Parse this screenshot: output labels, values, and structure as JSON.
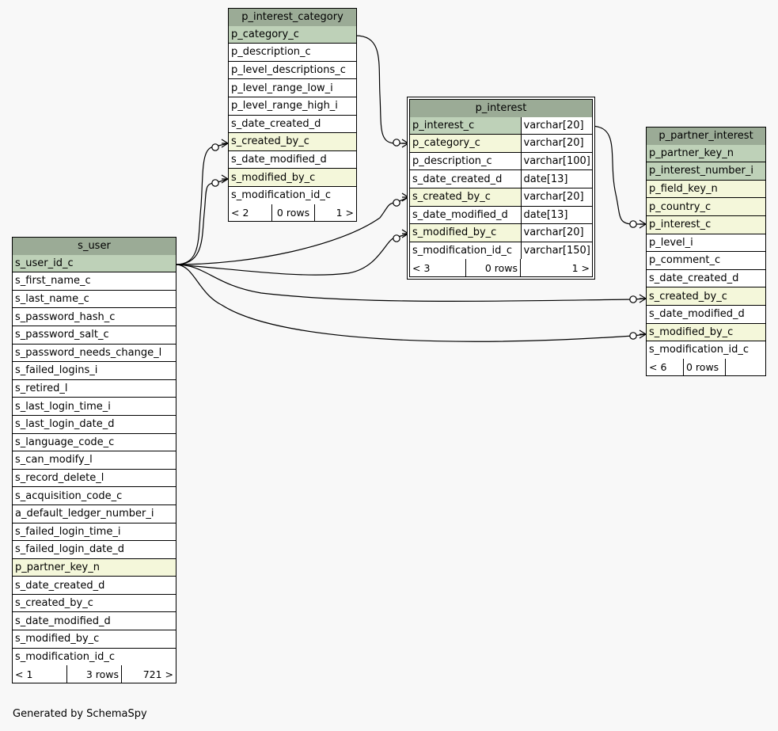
{
  "tables": {
    "p_interest_category": {
      "name": "p_interest_category",
      "columns": [
        {
          "name": "p_category_c",
          "kind": "pk"
        },
        {
          "name": "p_description_c",
          "kind": ""
        },
        {
          "name": "p_level_descriptions_c",
          "kind": ""
        },
        {
          "name": "p_level_range_low_i",
          "kind": ""
        },
        {
          "name": "p_level_range_high_i",
          "kind": ""
        },
        {
          "name": "s_date_created_d",
          "kind": ""
        },
        {
          "name": "s_created_by_c",
          "kind": "fk"
        },
        {
          "name": "s_date_modified_d",
          "kind": ""
        },
        {
          "name": "s_modified_by_c",
          "kind": "fk"
        },
        {
          "name": "s_modification_id_c",
          "kind": ""
        }
      ],
      "nav": {
        "left": "< 2",
        "rows": "0 rows",
        "right": "1 >"
      }
    },
    "p_interest": {
      "name": "p_interest",
      "columns": [
        {
          "name": "p_interest_c",
          "type": "varchar[20]",
          "kind": "pk"
        },
        {
          "name": "p_category_c",
          "type": "varchar[20]",
          "kind": "fk"
        },
        {
          "name": "p_description_c",
          "type": "varchar[100]",
          "kind": ""
        },
        {
          "name": "s_date_created_d",
          "type": "date[13]",
          "kind": ""
        },
        {
          "name": "s_created_by_c",
          "type": "varchar[20]",
          "kind": "fk"
        },
        {
          "name": "s_date_modified_d",
          "type": "date[13]",
          "kind": ""
        },
        {
          "name": "s_modified_by_c",
          "type": "varchar[20]",
          "kind": "fk"
        },
        {
          "name": "s_modification_id_c",
          "type": "varchar[150]",
          "kind": ""
        }
      ],
      "nav": {
        "left": "< 3",
        "rows": "0 rows",
        "right": "1 >"
      }
    },
    "p_partner_interest": {
      "name": "p_partner_interest",
      "columns": [
        {
          "name": "p_partner_key_n",
          "kind": "pk"
        },
        {
          "name": "p_interest_number_i",
          "kind": "pk"
        },
        {
          "name": "p_field_key_n",
          "kind": "fk"
        },
        {
          "name": "p_country_c",
          "kind": "fk"
        },
        {
          "name": "p_interest_c",
          "kind": "fk"
        },
        {
          "name": "p_level_i",
          "kind": ""
        },
        {
          "name": "p_comment_c",
          "kind": ""
        },
        {
          "name": "s_date_created_d",
          "kind": ""
        },
        {
          "name": "s_created_by_c",
          "kind": "fk"
        },
        {
          "name": "s_date_modified_d",
          "kind": ""
        },
        {
          "name": "s_modified_by_c",
          "kind": "fk"
        },
        {
          "name": "s_modification_id_c",
          "kind": ""
        }
      ],
      "nav": {
        "left": "< 6",
        "rows": "0 rows",
        "right": ""
      }
    },
    "s_user": {
      "name": "s_user",
      "columns": [
        {
          "name": "s_user_id_c",
          "kind": "pk"
        },
        {
          "name": "s_first_name_c",
          "kind": ""
        },
        {
          "name": "s_last_name_c",
          "kind": ""
        },
        {
          "name": "s_password_hash_c",
          "kind": ""
        },
        {
          "name": "s_password_salt_c",
          "kind": ""
        },
        {
          "name": "s_password_needs_change_l",
          "kind": ""
        },
        {
          "name": "s_failed_logins_i",
          "kind": ""
        },
        {
          "name": "s_retired_l",
          "kind": ""
        },
        {
          "name": "s_last_login_time_i",
          "kind": ""
        },
        {
          "name": "s_last_login_date_d",
          "kind": ""
        },
        {
          "name": "s_language_code_c",
          "kind": ""
        },
        {
          "name": "s_can_modify_l",
          "kind": ""
        },
        {
          "name": "s_record_delete_l",
          "kind": ""
        },
        {
          "name": "s_acquisition_code_c",
          "kind": ""
        },
        {
          "name": "a_default_ledger_number_i",
          "kind": ""
        },
        {
          "name": "s_failed_login_time_i",
          "kind": ""
        },
        {
          "name": "s_failed_login_date_d",
          "kind": ""
        },
        {
          "name": "p_partner_key_n",
          "kind": "fk"
        },
        {
          "name": "s_date_created_d",
          "kind": ""
        },
        {
          "name": "s_created_by_c",
          "kind": ""
        },
        {
          "name": "s_date_modified_d",
          "kind": ""
        },
        {
          "name": "s_modified_by_c",
          "kind": ""
        },
        {
          "name": "s_modification_id_c",
          "kind": ""
        }
      ],
      "nav": {
        "left": "< 1",
        "rows": "3 rows",
        "right": "721 >"
      }
    }
  },
  "relationships": [
    {
      "from": "p_interest_category.p_category_c",
      "to": "p_interest.p_category_c"
    },
    {
      "from": "p_interest.p_interest_c",
      "to": "p_partner_interest.p_interest_c"
    },
    {
      "from": "s_user.s_user_id_c",
      "to": "p_interest_category.s_created_by_c"
    },
    {
      "from": "s_user.s_user_id_c",
      "to": "p_interest_category.s_modified_by_c"
    },
    {
      "from": "s_user.s_user_id_c",
      "to": "p_interest.s_created_by_c"
    },
    {
      "from": "s_user.s_user_id_c",
      "to": "p_interest.s_modified_by_c"
    },
    {
      "from": "s_user.s_user_id_c",
      "to": "p_partner_interest.s_created_by_c"
    },
    {
      "from": "s_user.s_user_id_c",
      "to": "p_partner_interest.s_modified_by_c"
    }
  ],
  "footer": "Generated by SchemaSpy"
}
